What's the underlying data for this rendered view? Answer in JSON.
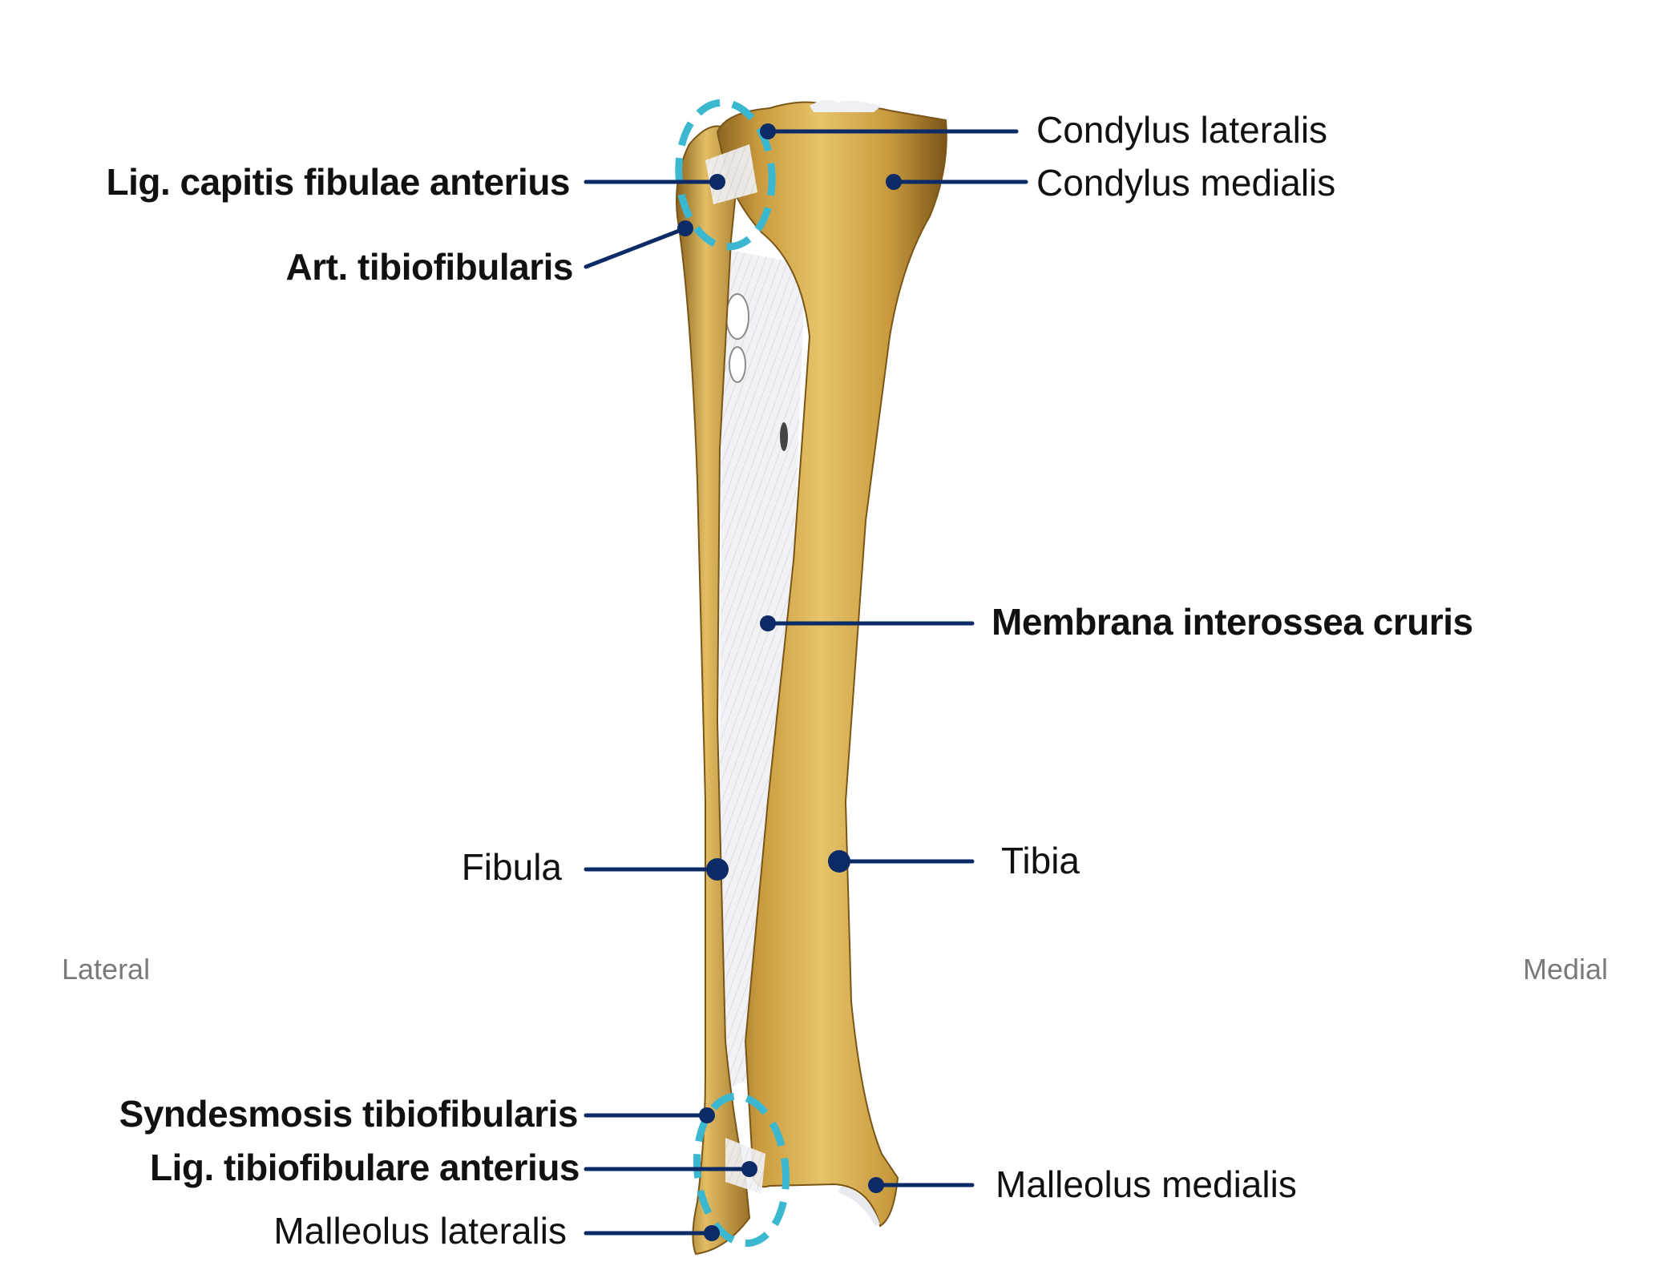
{
  "diagram": {
    "orientation": {
      "left": "Lateral",
      "right": "Medial"
    },
    "colors": {
      "leader_line": "#0b2a66",
      "highlight_dash": "#3bb8d0",
      "bone_light": "#e2bd63",
      "bone_mid": "#c99a3e",
      "bone_dark": "#8a6420",
      "membrane": "#eef0f4",
      "label_text": "#111111",
      "orientation_text": "#7a7a7a"
    },
    "labels_left": [
      {
        "id": "lig-capitis-fibulae-anterius",
        "text": "Lig. capitis fibulae anterius",
        "bold": true
      },
      {
        "id": "art-tibiofibularis",
        "text": "Art. tibiofibularis",
        "bold": true
      },
      {
        "id": "fibula",
        "text": "Fibula",
        "bold": false
      },
      {
        "id": "syndesmosis-tibiofibularis",
        "text": "Syndesmosis tibiofibularis",
        "bold": true
      },
      {
        "id": "lig-tibiofibulare-anterius",
        "text": "Lig. tibiofibulare anterius",
        "bold": true
      },
      {
        "id": "malleolus-lateralis",
        "text": "Malleolus lateralis",
        "bold": false
      }
    ],
    "labels_right": [
      {
        "id": "condylus-lateralis",
        "text": "Condylus lateralis",
        "bold": false
      },
      {
        "id": "condylus-medialis",
        "text": "Condylus medialis",
        "bold": false
      },
      {
        "id": "membrana-interossea-cruris",
        "text": "Membrana interossea cruris",
        "bold": true
      },
      {
        "id": "tibia",
        "text": "Tibia",
        "bold": false
      },
      {
        "id": "malleolus-medialis",
        "text": "Malleolus medialis",
        "bold": false
      }
    ],
    "highlights": [
      {
        "id": "proximal-tibiofibular-joint",
        "shape": "dashed-ellipse"
      },
      {
        "id": "distal-tibiofibular-joint",
        "shape": "dashed-ellipse"
      }
    ]
  }
}
